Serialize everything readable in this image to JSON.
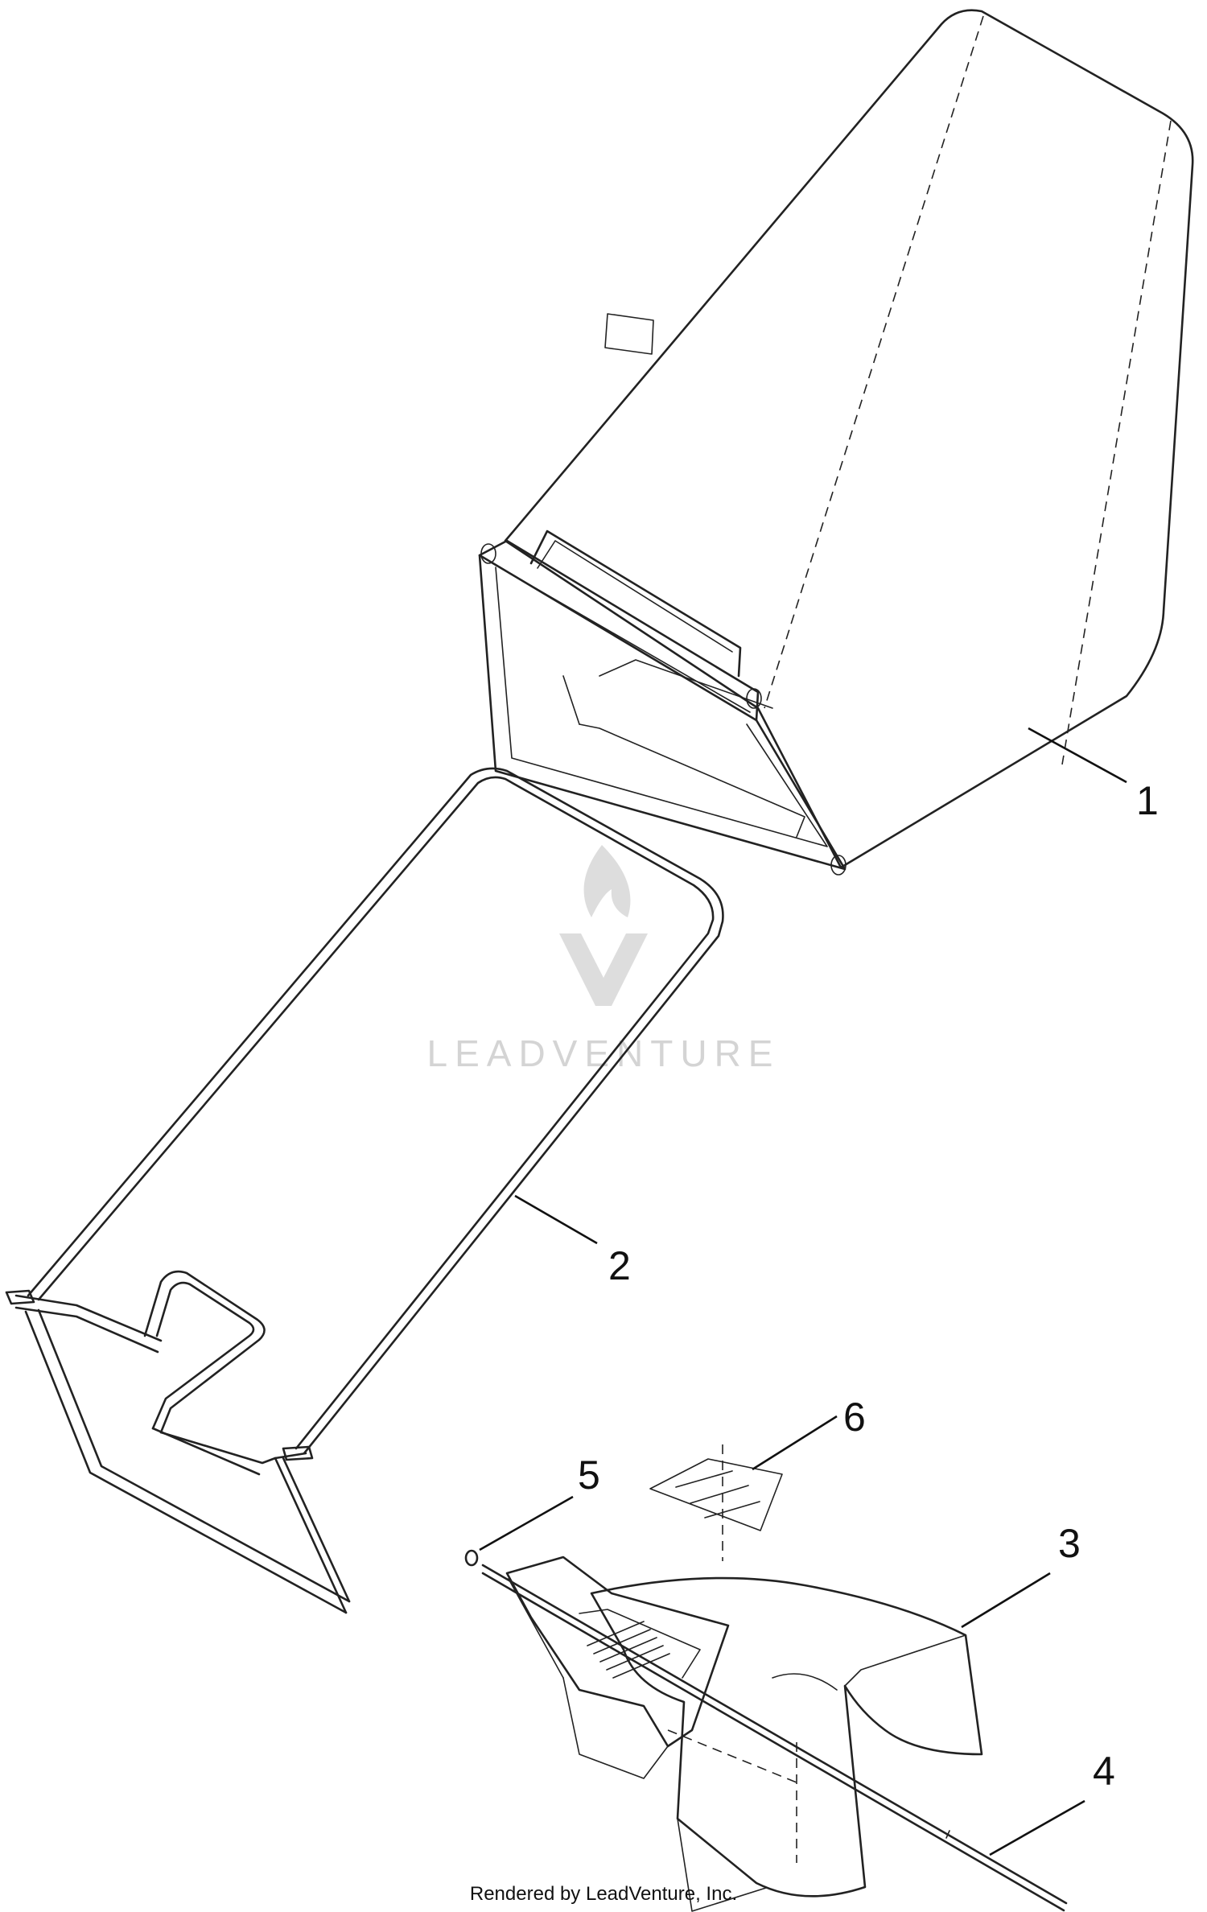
{
  "watermark": {
    "text": "LEADVENTURE",
    "icon": "leadventure-flame-logo"
  },
  "credit": "Rendered by LeadVenture, Inc.",
  "callouts": [
    {
      "id": "1",
      "label": "1"
    },
    {
      "id": "2",
      "label": "2"
    },
    {
      "id": "3",
      "label": "3"
    },
    {
      "id": "4",
      "label": "4"
    },
    {
      "id": "5",
      "label": "5"
    },
    {
      "id": "6",
      "label": "6"
    }
  ]
}
